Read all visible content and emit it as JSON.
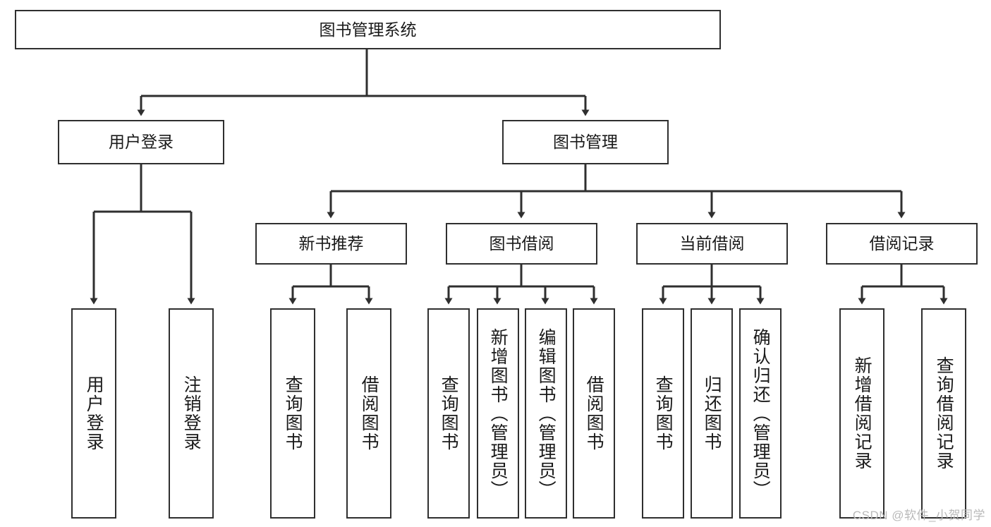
{
  "diagram": {
    "type": "hierarchy-tree",
    "title": "图书管理系统",
    "watermark": "CSDN @软件_小贺同学",
    "colors": {
      "stroke": "#2f2f2f",
      "fill": "#ffffff",
      "text": "#1a1a1a",
      "watermark": "#b9b9b9"
    },
    "levels": {
      "root": {
        "label": "图书管理系统"
      },
      "level2": [
        {
          "id": "user-login",
          "label": "用户登录"
        },
        {
          "id": "book-manage",
          "label": "图书管理"
        }
      ],
      "level3": [
        {
          "id": "new-book-recommend",
          "label": "新书推荐"
        },
        {
          "id": "book-borrow",
          "label": "图书借阅"
        },
        {
          "id": "current-borrow",
          "label": "当前借阅"
        },
        {
          "id": "borrow-record",
          "label": "借阅记录"
        }
      ],
      "leaves": [
        {
          "id": "leaf-user-login",
          "label": "用户登录",
          "parent": "user-login"
        },
        {
          "id": "leaf-logout",
          "label": "注销登录",
          "parent": "user-login"
        },
        {
          "id": "leaf-query-book-1",
          "label": "查询图书",
          "parent": "new-book-recommend"
        },
        {
          "id": "leaf-borrow-book-1",
          "label": "借阅图书",
          "parent": "new-book-recommend"
        },
        {
          "id": "leaf-query-book-2",
          "label": "查询图书",
          "parent": "book-borrow"
        },
        {
          "id": "leaf-add-book",
          "label": "新增图书（管理员）",
          "parent": "book-borrow"
        },
        {
          "id": "leaf-edit-book",
          "label": "编辑图书（管理员）",
          "parent": "book-borrow"
        },
        {
          "id": "leaf-borrow-book-2",
          "label": "借阅图书",
          "parent": "book-borrow"
        },
        {
          "id": "leaf-query-book-3",
          "label": "查询图书",
          "parent": "current-borrow"
        },
        {
          "id": "leaf-return-book",
          "label": "归还图书",
          "parent": "current-borrow"
        },
        {
          "id": "leaf-confirm-return",
          "label": "确认归还（管理员）",
          "parent": "current-borrow"
        },
        {
          "id": "leaf-add-record",
          "label": "新增借阅记录",
          "parent": "borrow-record"
        },
        {
          "id": "leaf-query-record",
          "label": "查询借阅记录",
          "parent": "borrow-record"
        }
      ]
    }
  }
}
